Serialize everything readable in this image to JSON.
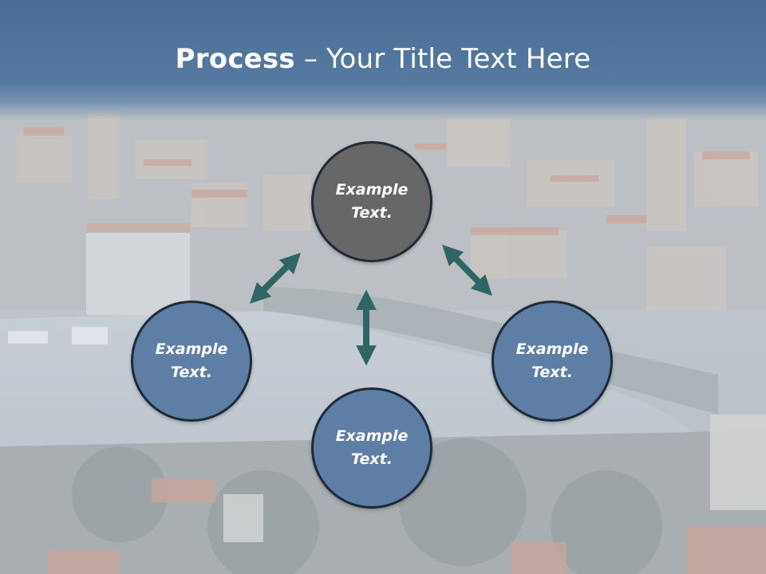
{
  "title": {
    "bold": "Process",
    "separator": "–",
    "rest": "Your Title Text Here"
  },
  "nodes": [
    {
      "line1": "Example",
      "line2": "Text.",
      "color": "#676767"
    },
    {
      "line1": "Example",
      "line2": "Text.",
      "color": "#5e7ea6"
    },
    {
      "line1": "Example",
      "line2": "Text.",
      "color": "#5e7ea6"
    },
    {
      "line1": "Example",
      "line2": "Text.",
      "color": "#5e7ea6"
    }
  ],
  "colors": {
    "arrow": "#2f6665",
    "title_bar": "#557aa2",
    "node_border": "#1f2a38"
  },
  "background": "aerial-city-harbor-photo"
}
